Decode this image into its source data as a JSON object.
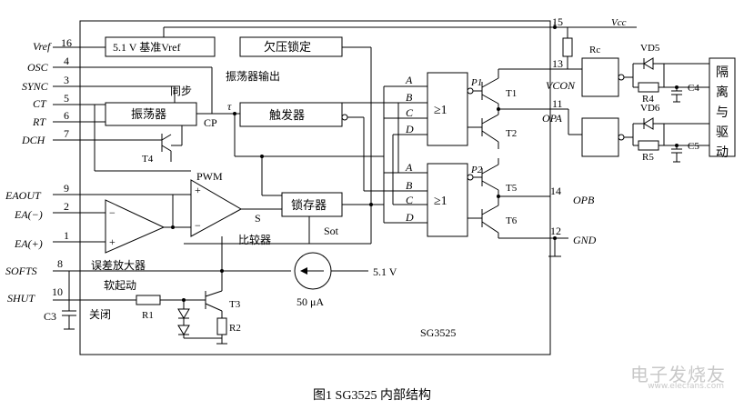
{
  "pins": {
    "vref": {
      "name": "Vref",
      "num": "16"
    },
    "osc": {
      "name": "OSC",
      "num": "4"
    },
    "sync": {
      "name": "SYNC",
      "num": "3"
    },
    "ct": {
      "name": "CT",
      "num": "5"
    },
    "rt": {
      "name": "RT",
      "num": "6"
    },
    "dch": {
      "name": "DCH",
      "num": "7"
    },
    "eaout": {
      "name": "EAOUT",
      "num": "9"
    },
    "ea_minus": {
      "name": "EA(−)",
      "num": "2"
    },
    "ea_plus": {
      "name": "EA(+)",
      "num": "1"
    },
    "softs": {
      "name": "SOFTS",
      "num": "8"
    },
    "shut": {
      "name": "SHUT",
      "num": "10"
    },
    "vcc": {
      "name": "Vcc",
      "num": "15"
    },
    "vcon": {
      "name": "VCON",
      "num": "13"
    },
    "opa": {
      "name": "OPA",
      "num": "11"
    },
    "opb": {
      "name": "OPB",
      "num": "14"
    },
    "gnd": {
      "name": "GND",
      "num": "12"
    }
  },
  "blocks": {
    "vref_block": "5.1 V 基准Vref",
    "uvlo": "欠压锁定",
    "osc_output": "振荡器输出",
    "sync": "同步",
    "oscillator": "振荡器",
    "cp": "CP",
    "tau": "τ",
    "flipflop": "触发器",
    "latch": "锁存器",
    "pwm": "PWM",
    "s": "S",
    "comparator": "比较器",
    "sot": "Sot",
    "error_amp": "误差放大器",
    "soft_start": "软起动",
    "shutdown": "关闭",
    "current_source": "50 μA",
    "v51": "5.1 V",
    "ic_name": "SG3525",
    "gate_or": "≥1"
  },
  "components": {
    "t4": "T4",
    "t1": "T1",
    "t2": "T2",
    "t5": "T5",
    "t6": "T6",
    "t3": "T3",
    "r1": "R1",
    "r2": "R2",
    "c3": "C3",
    "rc": "Rc",
    "vd5": "VD5",
    "vd6": "VD6",
    "r4": "R4",
    "r5": "R5",
    "c4": "C4",
    "c5": "C5",
    "p1": "P1",
    "p2": "P2",
    "gate_a": "A",
    "gate_b": "B",
    "gate_c": "C",
    "gate_d": "D",
    "isolation": "隔离与驱动"
  },
  "caption": "图1   SG3525 内部结构",
  "watermark": "电子发烧友",
  "watermark_url": "www.elecfans.com"
}
